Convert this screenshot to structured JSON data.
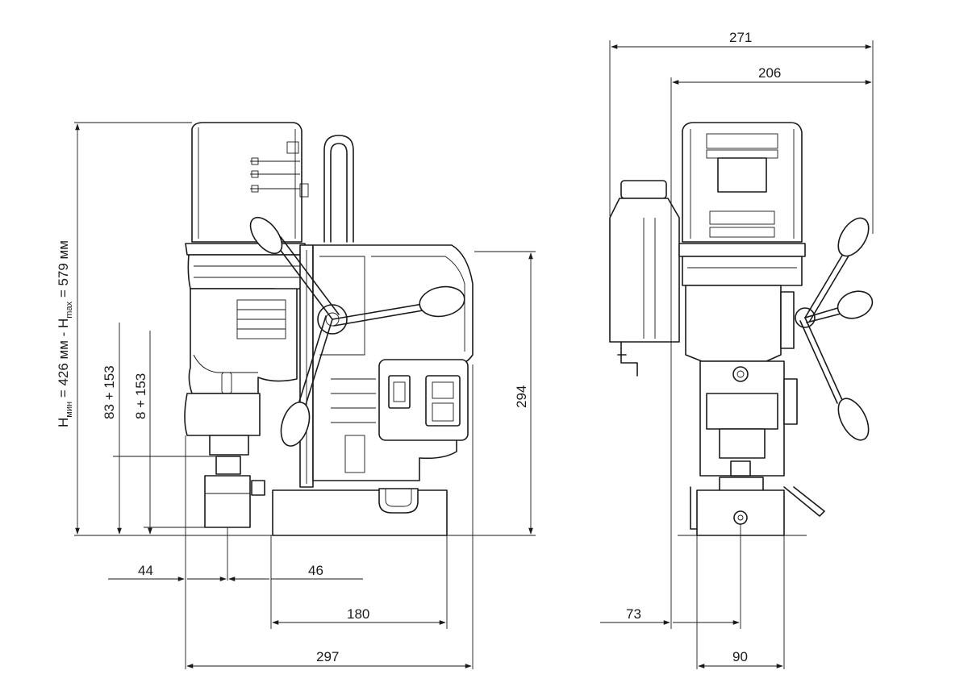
{
  "dimensions": {
    "width_271": "271",
    "width_206": "206",
    "height_294": "294",
    "height_range_a": "83 + 153",
    "height_range_b": "8 + 153",
    "offset_44": "44",
    "offset_46": "46",
    "base_180": "180",
    "total_297": "297",
    "side_73": "73",
    "side_90": "90"
  },
  "height_label": {
    "h": "H",
    "min_sub": "мин",
    "eq_part": " = 426 мм - H",
    "max_sub": "max",
    "tail": " = 579 мм"
  }
}
